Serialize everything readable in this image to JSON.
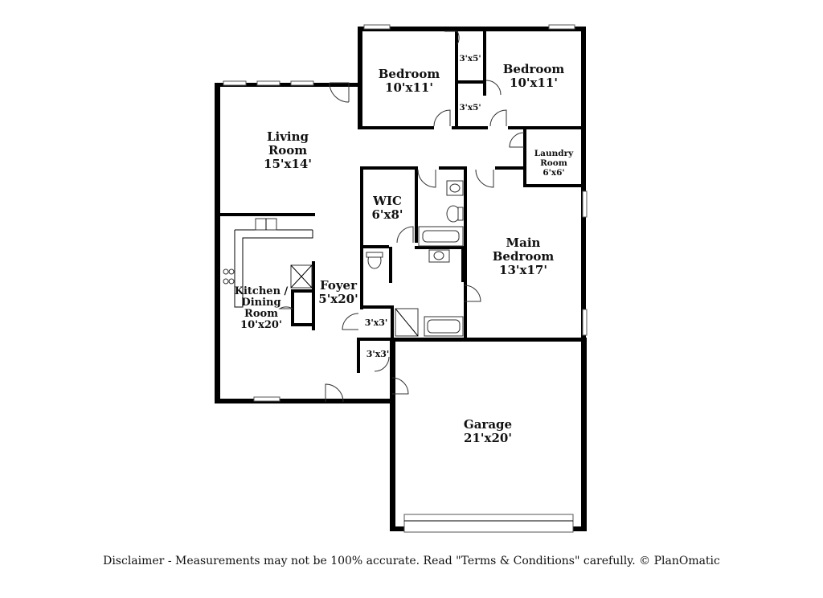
{
  "rooms": {
    "bedroom_left": {
      "name": "Bedroom",
      "size": "10'x11'"
    },
    "bedroom_right": {
      "name": "Bedroom",
      "size": "10'x11'"
    },
    "closet_top": {
      "size": "3'x5'"
    },
    "closet_mid": {
      "size": "3'x5'"
    },
    "living_room": {
      "name_line1": "Living",
      "name_line2": "Room",
      "size": "15'x14'"
    },
    "laundry_room": {
      "name_line1": "Laundry",
      "name_line2": "Room",
      "size": "6'x6'"
    },
    "wic": {
      "name": "WIC",
      "size": "6'x8'"
    },
    "main_bedroom": {
      "name_line1": "Main",
      "name_line2": "Bedroom",
      "size": "13'x17'"
    },
    "kitchen_dining": {
      "name_line1": "Kitchen /",
      "name_line2": "Dining",
      "name_line3": "Room",
      "size": "10'x20'"
    },
    "foyer": {
      "name": "Foyer",
      "size": "5'x20'"
    },
    "closet_foyer_a": {
      "size": "3'x3'"
    },
    "closet_foyer_b": {
      "size": "3'x3'"
    },
    "garage": {
      "name": "Garage",
      "size": "21'x20'"
    }
  },
  "disclaimer": "Disclaimer - Measurements may not be 100% accurate. Read \"Terms & Conditions\" carefully. © PlanOmatic"
}
